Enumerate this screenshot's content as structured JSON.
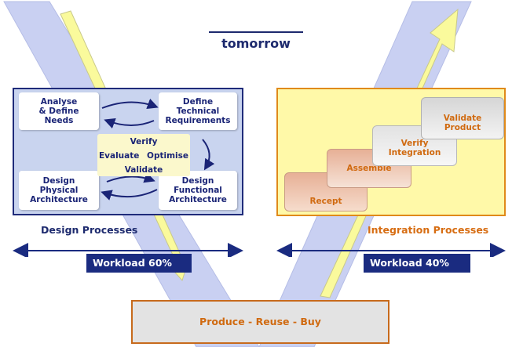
{
  "header": {
    "title": "tomorrow"
  },
  "design_panel": {
    "nodes": [
      {
        "lines": [
          "Analyse",
          "& Define",
          "Needs"
        ]
      },
      {
        "lines": [
          "Define",
          "Technical",
          "Requirements"
        ]
      },
      {
        "lines": [
          "Design",
          "Physical",
          "Architecture"
        ]
      },
      {
        "lines": [
          "Design",
          "Functional",
          "Architecture"
        ]
      }
    ],
    "center": {
      "verify": "Verify",
      "evaluate": "Evaluate",
      "optimise": "Optimise",
      "validate": "Validate"
    },
    "caption": "Design Processes",
    "workload": "Workload 60%"
  },
  "integration_panel": {
    "steps": [
      {
        "lines": [
          "Recept"
        ]
      },
      {
        "lines": [
          "Assemble"
        ]
      },
      {
        "lines": [
          "Verify",
          "Integration"
        ]
      },
      {
        "lines": [
          "Validate",
          "Product"
        ]
      }
    ],
    "caption": "Integration Processes",
    "workload": "Workload 40%"
  },
  "bottom": {
    "label": "Produce - Reuse - Buy"
  },
  "colors": {
    "navy": "#1a2b80",
    "band": "#c9d0f2",
    "arrow_yellow": "#fafa9c",
    "orange": "#d06a10",
    "panel_yellow": "#fff9a8"
  }
}
